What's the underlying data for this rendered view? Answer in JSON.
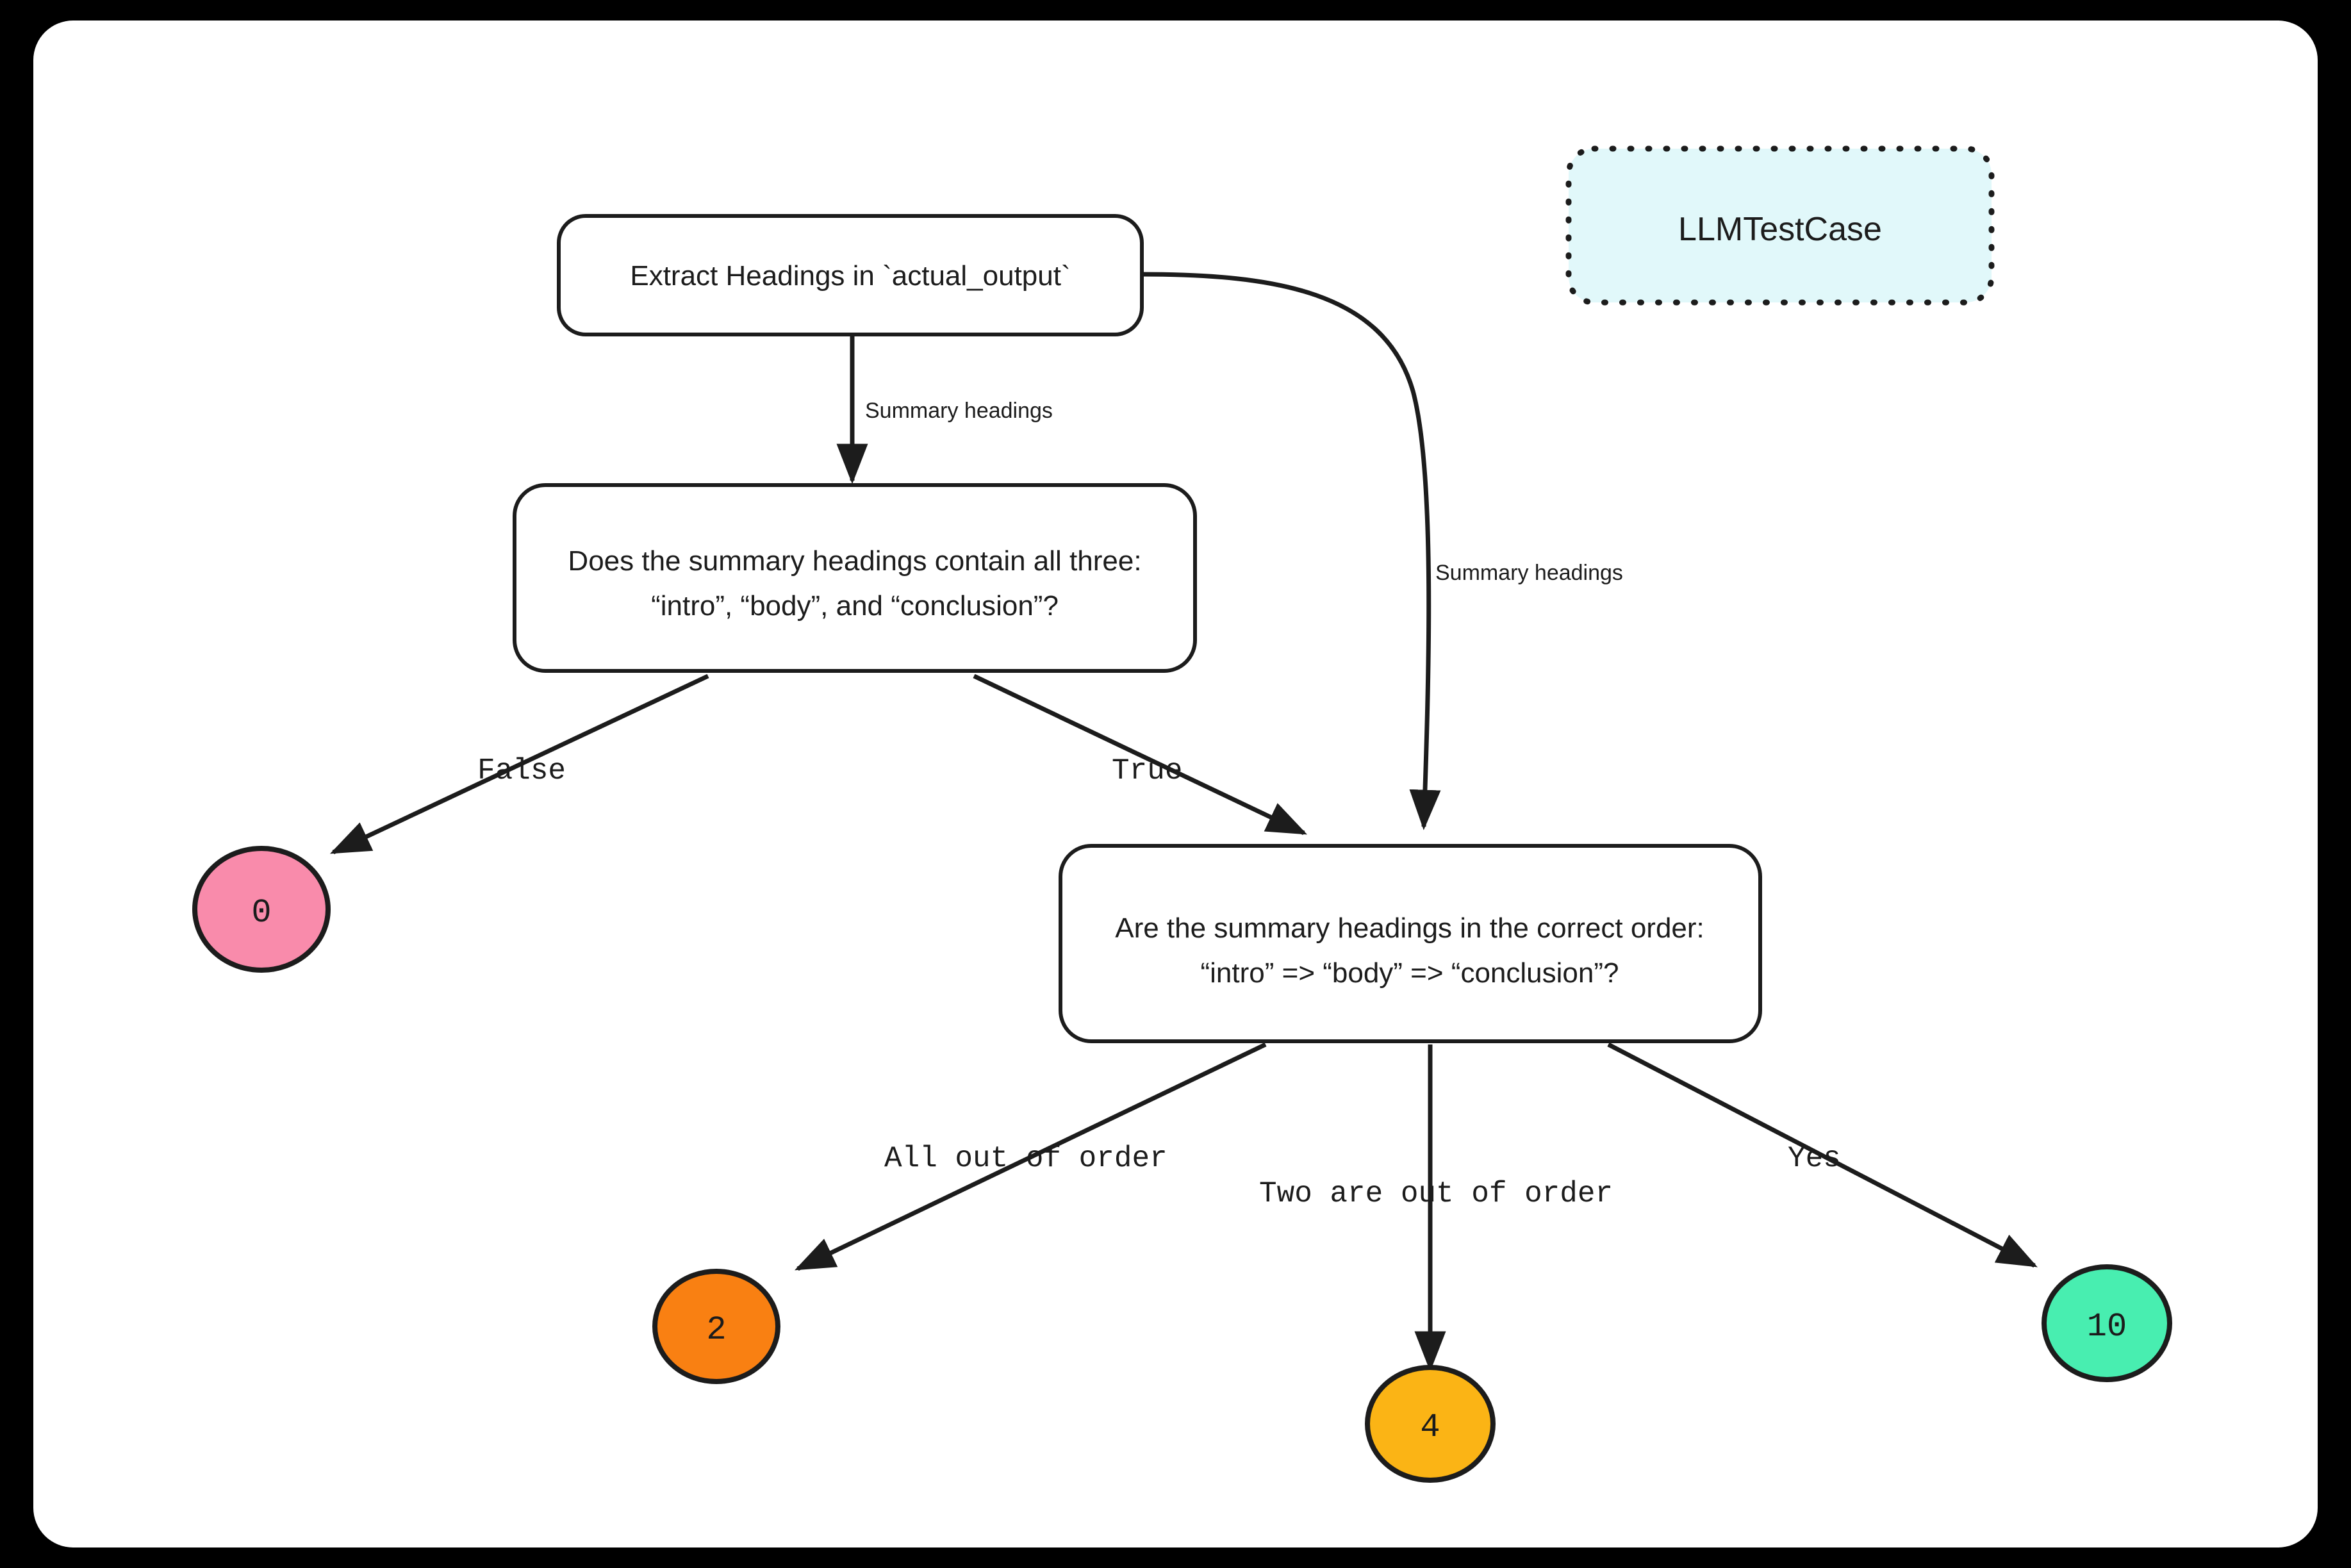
{
  "canvas": {
    "background": "#000000",
    "surface": "#ffffff"
  },
  "legend": {
    "testcase_label": "LLMTestCase",
    "testcase_fill": "#e1f8fa",
    "testcase_border": "#1c1c1c"
  },
  "nodes": {
    "extract": {
      "label": "Extract Headings in `actual_output`"
    },
    "contains": {
      "line1": "Does the summary headings contain all three:",
      "line2": "“intro”, “body”, and “conclusion”?"
    },
    "order": {
      "line1": "Are the summary headings in the correct order:",
      "line2": "“intro” => “body” => “conclusion”?"
    }
  },
  "leaves": [
    {
      "id": "score-0",
      "value": "0",
      "color": "#f98bab"
    },
    {
      "id": "score-2",
      "value": "2",
      "color": "#f98012"
    },
    {
      "id": "score-4",
      "value": "4",
      "color": "#fbb415"
    },
    {
      "id": "score-10",
      "value": "10",
      "color": "#48eeb0"
    }
  ],
  "edges": {
    "extract_to_contains": "Summary headings",
    "extract_to_order": "Summary headings",
    "contains_false": "False",
    "contains_true": "True",
    "order_all_out": "All out of order",
    "order_two_out": "Two are out of order",
    "order_yes": "Yes"
  }
}
